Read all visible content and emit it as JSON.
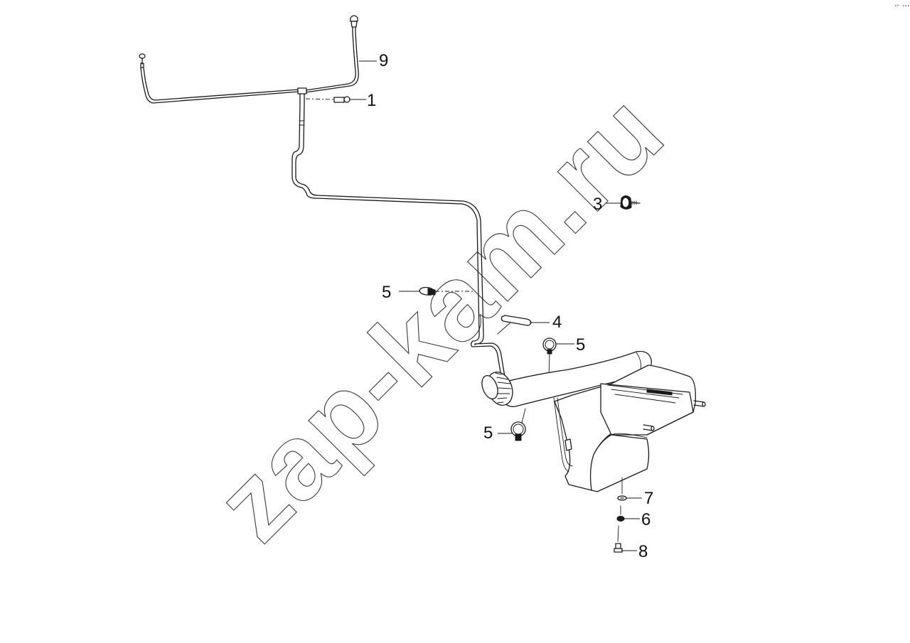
{
  "watermark": "zap-kam.ru",
  "corner_mark": "ᵒᴾ ᵒᵒᵒ",
  "callouts": [
    {
      "id": "c9",
      "label": "9"
    },
    {
      "id": "c1",
      "label": "1"
    },
    {
      "id": "c3",
      "label": "3"
    },
    {
      "id": "c5a",
      "label": "5"
    },
    {
      "id": "c4",
      "label": "4"
    },
    {
      "id": "c5b",
      "label": "5"
    },
    {
      "id": "c5c",
      "label": "5"
    },
    {
      "id": "c7",
      "label": "7"
    },
    {
      "id": "c6",
      "label": "6"
    },
    {
      "id": "c8",
      "label": "8"
    }
  ]
}
